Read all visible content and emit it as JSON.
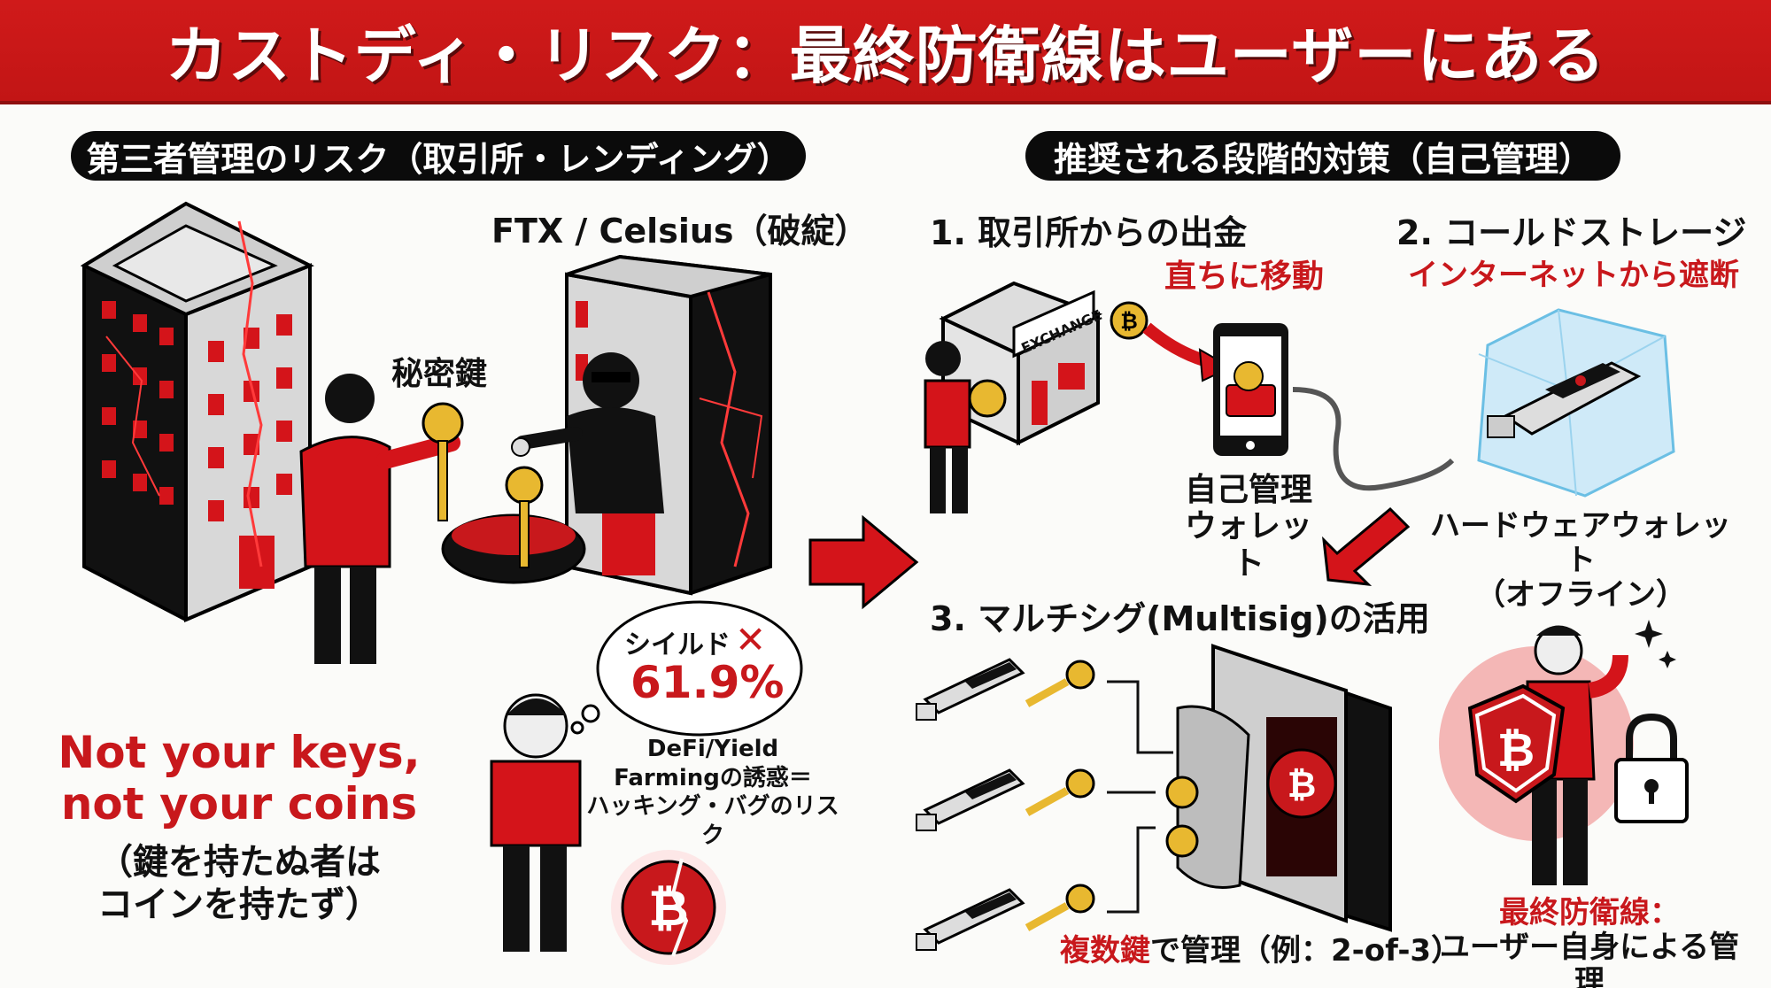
{
  "title": "カストディ・リスク：最終防衛線はユーザーにある",
  "left_panel": {
    "header": "第三者管理のリスク（取引所・レンディング）",
    "bankrupt_label": "FTX / Celsius（破綻）",
    "private_key_label": "秘密鍵",
    "thought_bubble": {
      "text": "シイルド",
      "mark": "✕",
      "value": "61.9%"
    },
    "defi_caption": [
      "DeFi/Yield",
      "Farmingの誘惑＝",
      "ハッキング・バグのリスク"
    ],
    "slogan": [
      "Not your keys,",
      "not your coins"
    ],
    "slogan_translation": [
      "（鍵を持たぬ者は",
      "コインを持たず）"
    ]
  },
  "right_panel": {
    "header": "推奨される段階的対策（自己管理）",
    "step1": {
      "title": "1. 取引所からの出金",
      "subtitle": "直ちに移動",
      "exchange_sign": "EXCHANGE",
      "wallet_label": [
        "自己管理",
        "ウォレット"
      ]
    },
    "step2": {
      "title": "2. コールドストレージ",
      "subtitle": "インターネットから遮断",
      "device_label": [
        "ハードウェアウォレット",
        "（オフライン）"
      ]
    },
    "step3": {
      "title": "3. マルチシグ(Multisig)の活用",
      "caption_red": "複数鍵",
      "caption_rest": "で管理（例：2-of-3）"
    },
    "final": {
      "line1": "最終防衛線：",
      "line2": "ユーザー自身による管理"
    }
  },
  "colors": {
    "accent_red": "#c8181c",
    "header_red": "#c91818",
    "pill_black": "#0b0b0b",
    "gold": "#e8b830",
    "ice_blue": "#bfe3f5"
  }
}
